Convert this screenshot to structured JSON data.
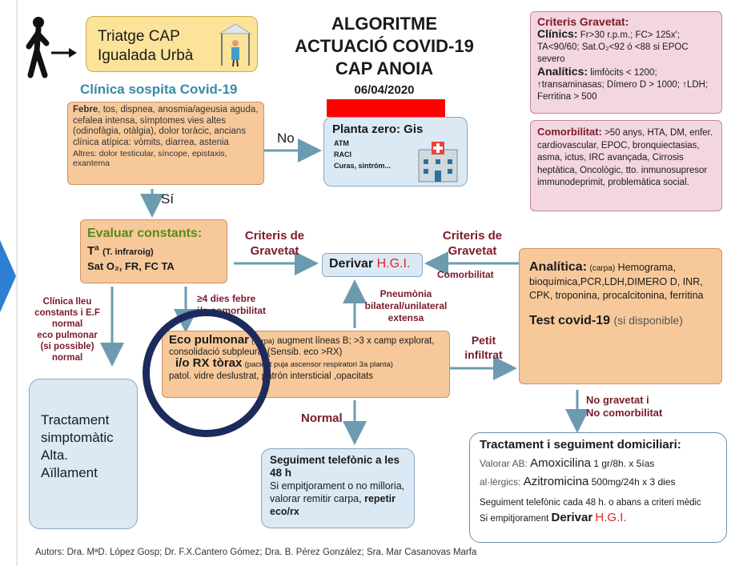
{
  "header": {
    "triage": [
      "Triatge CAP",
      "Igualada Urbà"
    ],
    "title": [
      "ALGORITME",
      "ACTUACIÓ COVID-19",
      "CAP ANOIA"
    ],
    "date": "06/04/2020"
  },
  "clinica": {
    "heading": "Clínica sospita Covid-19",
    "bold_first": "Febre",
    "text": ", tos, dispnea, anosmia/ageusia aguda, cefalea intensa, símptomes vies altes (odinofàgia, otàlgia), dolor toràcic, ancians clínica atípica: vòmits, diarrea, astenia",
    "altres": "Altres: dolor testicular, síncope, epistaxis, exantema"
  },
  "planta": {
    "title": "Planta zero: Gis",
    "items": [
      "ATM",
      "RACI",
      "Curas, sintróm..."
    ]
  },
  "edges": {
    "no": "No",
    "si": "Sí",
    "criteris_gravetat_left": [
      "Criteris de",
      "Gravetat"
    ],
    "criteris_gravetat_right": [
      "Criteris de",
      "Gravetat"
    ],
    "comorbilitat": "Comorbilitat",
    "pneumonia": [
      "Pneumònia",
      "bilateral/unilateral",
      "extensa"
    ],
    "petit_infiltrat": [
      "Petit",
      "infiltrat"
    ],
    "normal": "Normal",
    "clinica_lleu": [
      "Clínica lleu",
      "constants i E.F",
      "normal",
      "eco pulmonar",
      "(si possible)",
      "normal"
    ],
    "febre_4": [
      "≥4 dies febre",
      "i/o comorbilitat"
    ],
    "no_gravetat": [
      "No gravetat i",
      "No comorbilitat"
    ]
  },
  "criteris": {
    "heading": "Criteris Gravetat:",
    "clinics_label": "Clínics:",
    "clinics_text": "Fr>30 r.p.m.; FC> 125x'; TA<90/60; Sat.O₂<92 ó <88 si EPOC severo",
    "analitics_label": "Analítics:",
    "analitics_text": "limfòcits < 1200; ↑transaminasas; Dímero D > 1000; ↑LDH; Ferritina > 500"
  },
  "comorbilitat_box": {
    "label": "Comorbilitat:",
    "text": ">50 anys, HTA, DM, enfer. cardiovascular, EPOC, bronquiectasias, asma, ictus, IRC avançada, Cirrosis heptàtica, Oncològic, tto. inmunosupresor immunodeprimit, problemàtica social."
  },
  "evaluar": {
    "heading": "Evaluar constants:",
    "line1_bold": "Tª",
    "line1_rest": "(T. infraroig)",
    "line2": "Sat O₂, FR, FC TA"
  },
  "derivar": {
    "prefix": "Derivar",
    "hgi": "H.G.I."
  },
  "analitica": {
    "label": "Analítica:",
    "small": "(carpa)",
    "text": "Hemograma, bioquímica,PCR,LDH,DIMERO D, INR, CPK, troponina, procalcitonina, ferritina",
    "test_bold": "Test covid-19",
    "test_rest": "(si disponible)"
  },
  "eco": {
    "title": "Eco pulmonar",
    "title_small": "(carpa)",
    "line1": "augment líneas B; >3 x camp explorat, consolidació subpleural (Sensib. eco >RX)",
    "rx_title": "i/o RX tòrax",
    "rx_small": "(pacient puja ascensor respiratori 3a planta)",
    "rx_text": "patol. vidre deslustrat, patrón intersticial ,opacitats"
  },
  "tractament_simple": [
    "Tractament",
    "simptomàtic",
    "Alta.",
    "Aïllament"
  ],
  "seguiment": {
    "bold": "Seguiment telefònic a les 48 h",
    "text": "Si empitjorament o no milloria, valorar remitir carpa,",
    "bold_end": "repetir eco/rx"
  },
  "domicili": {
    "title": "Tractament i seguiment domiciliari:",
    "row1_label": "Valorar AB:",
    "row1_drug": "Amoxicilina",
    "row1_dose": "1 gr/8h. x  5ías",
    "row2_label": "al·lèrgics:",
    "row2_drug": "Azitromicina",
    "row2_dose": "500mg/24h x 3 dies",
    "row3": "Seguiment telefònic cada 48 h. o abans a criteri mèdic",
    "row4": "Si empitjorament",
    "row4_bold": "Derivar",
    "row4_hgi": "H.G.I."
  },
  "authors": "Autors: Dra. MªD. López Gosp; Dr. F.X.Cantero Gómez; Dra. B. Pérez González; Sra. Mar Casanovas Marfa"
}
